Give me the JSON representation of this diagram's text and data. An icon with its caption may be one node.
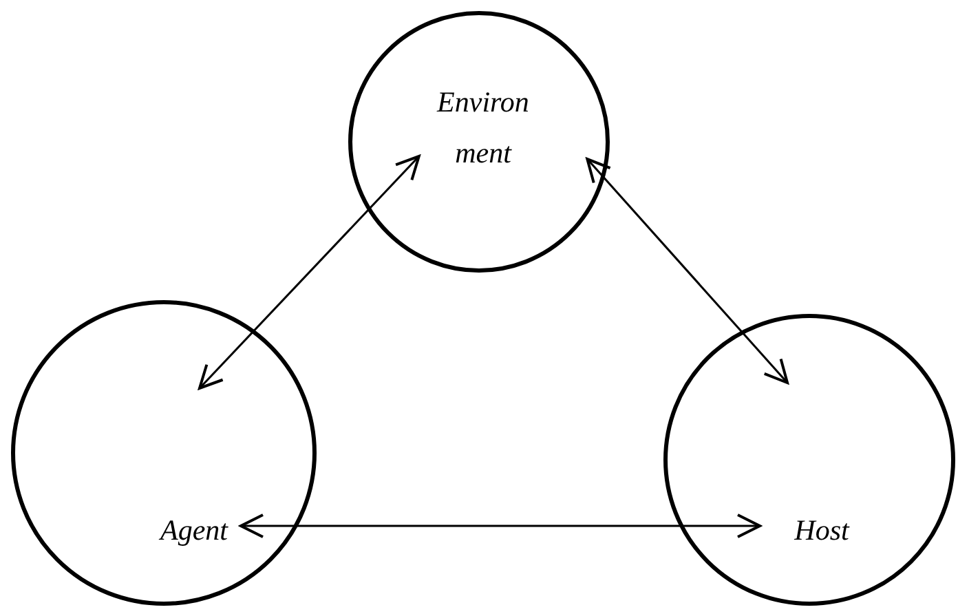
{
  "diagram": {
    "nodes": [
      {
        "text": [
          "Environ ment"
        ]
      },
      {
        "text": [
          "Agent"
        ]
      },
      {
        "text": [
          "Host"
        ]
      }
    ],
    "edges": [
      {
        "from": 0,
        "to": 1,
        "arrow": "both"
      },
      {
        "from": 0,
        "to": 2,
        "arrow": "both"
      },
      {
        "from": 1,
        "to": 2,
        "arrow": "both"
      }
    ]
  }
}
